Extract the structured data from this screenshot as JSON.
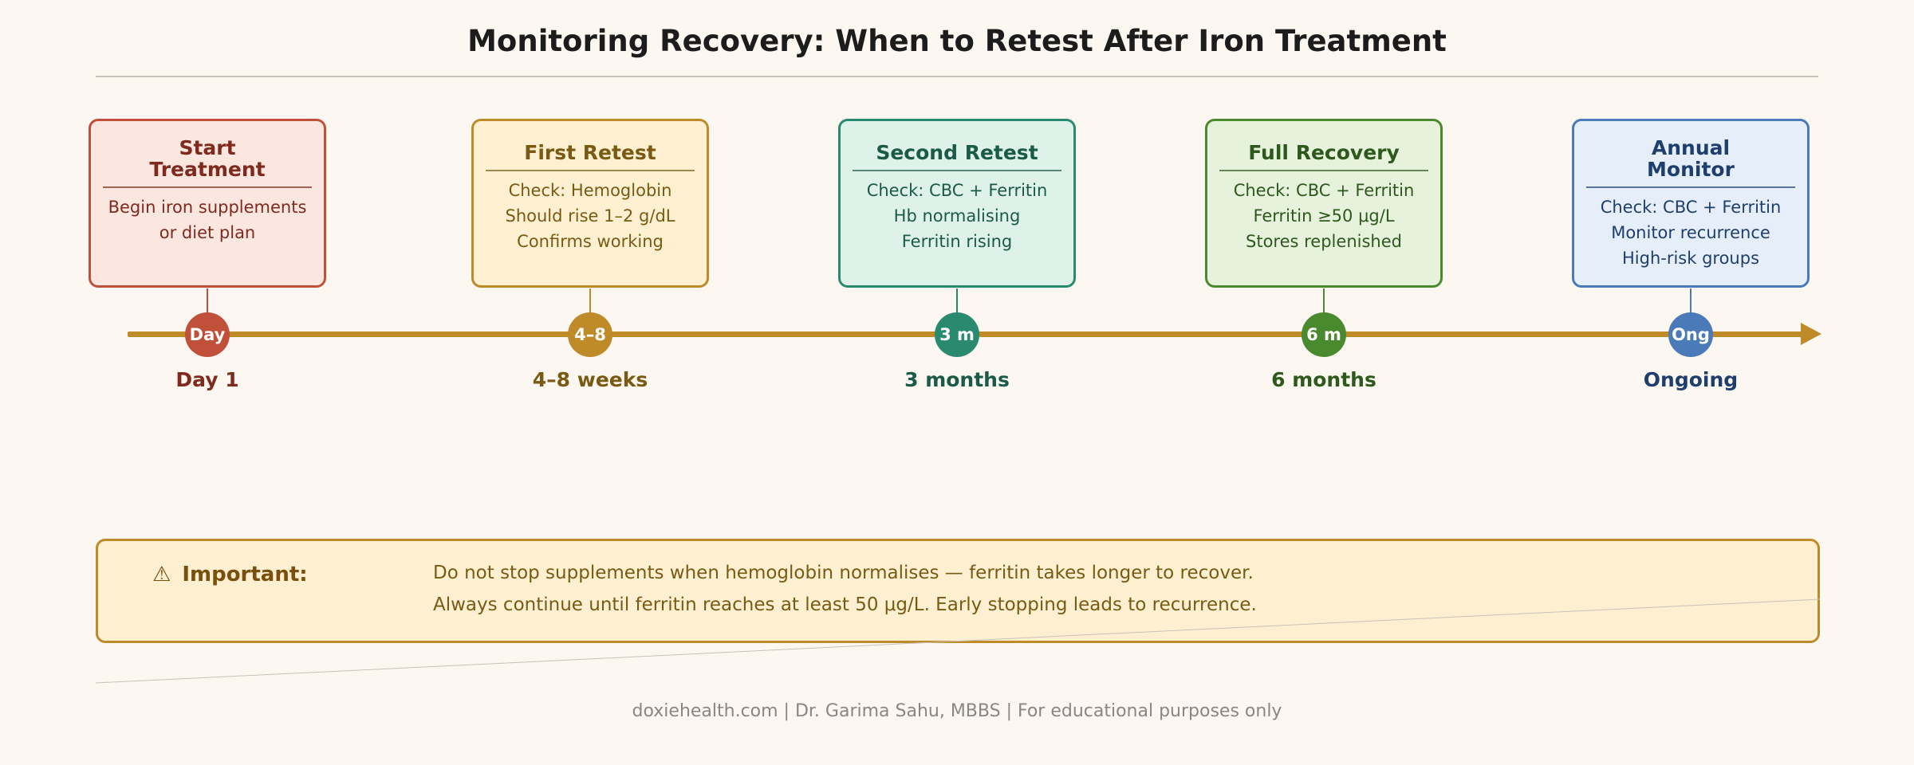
{
  "title": "Monitoring Recovery: When to Retest After Iron Treatment",
  "milestones": [
    {
      "title_lines": [
        "Start",
        "Treatment"
      ],
      "details": [
        "Begin iron supplements",
        "or diet plan"
      ],
      "marker": "Day",
      "when": "Day 1",
      "colors": {
        "border": "#c0503a",
        "fill": "#fce7e0",
        "text": "#7f2a1c",
        "node": "#c0503a"
      }
    },
    {
      "title_lines": [
        "First Retest"
      ],
      "details": [
        "Check: Hemoglobin",
        "Should rise 1–2 g/dL",
        "Confirms working"
      ],
      "marker": "4–8",
      "when": "4–8 weeks",
      "colors": {
        "border": "#bf8a28",
        "fill": "#fff0d2",
        "text": "#7a5a12",
        "node": "#bf8a28"
      }
    },
    {
      "title_lines": [
        "Second Retest"
      ],
      "details": [
        "Check: CBC + Ferritin",
        "Hb normalising",
        "Ferritin rising"
      ],
      "marker": "3 m",
      "when": "3 months",
      "colors": {
        "border": "#2a8a70",
        "fill": "#dff2ea",
        "text": "#1a5a48",
        "node": "#2a8a70"
      }
    },
    {
      "title_lines": [
        "Full Recovery"
      ],
      "details": [
        "Check: CBC + Ferritin",
        "Ferritin ≥50 μg/L",
        "Stores replenished"
      ],
      "marker": "6 m",
      "when": "6 months",
      "colors": {
        "border": "#4a8a2e",
        "fill": "#e6f2dc",
        "text": "#2d5a1c",
        "node": "#4a8a2e"
      }
    },
    {
      "title_lines": [
        "Annual",
        "Monitor"
      ],
      "details": [
        "Check: CBC + Ferritin",
        "Monitor recurrence",
        "High-risk groups"
      ],
      "marker": "Ong",
      "when": "Ongoing",
      "colors": {
        "border": "#4a7ab8",
        "fill": "#e6eff9",
        "text": "#1e3f6e",
        "node": "#4a7ab8"
      }
    }
  ],
  "note": {
    "icon": "warning-icon",
    "icon_glyph": "⚠",
    "label": "Important:",
    "lines": [
      "Do not stop supplements when hemoglobin normalises — ferritin takes longer to recover.",
      "Always continue until ferritin reaches at least 50 μg/L. Early stopping leads to recurrence."
    ]
  },
  "footer": "doxiehealth.com  |  Dr. Garima Sahu, MBBS  |  For educational purposes only",
  "colors": {
    "background": "#fcf8f1",
    "axis": "#bf8a28",
    "note_border": "#bf8a28",
    "note_fill": "#fff0d2"
  }
}
